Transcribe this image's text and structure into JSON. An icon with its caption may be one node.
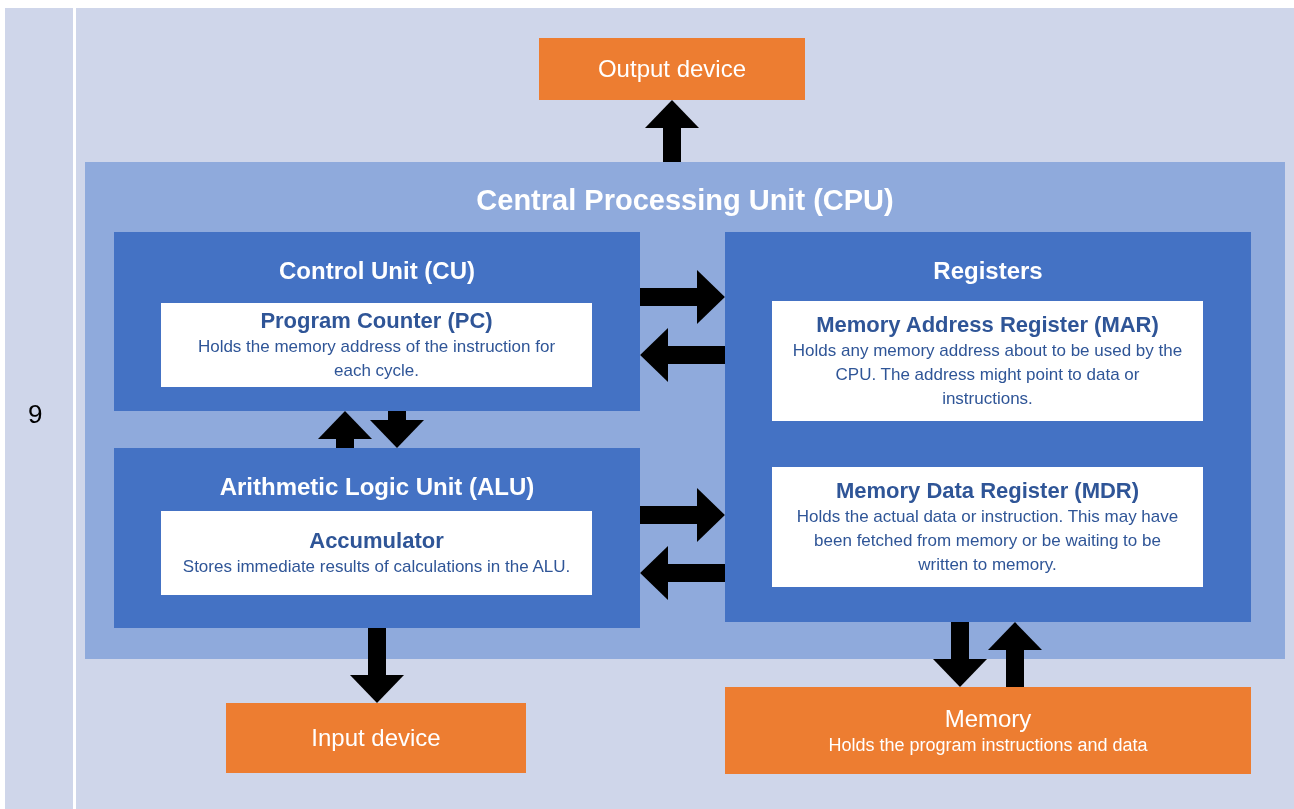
{
  "diagram": {
    "nodes": [
      {
        "text": [
          "Output device"
        ]
      },
      {
        "text": [
          "Central Processing Unit (CPU)"
        ]
      },
      {
        "text": [
          "Control Unit (CU)"
        ],
        "in": 1
      },
      {
        "text": [
          "Program Counter (PC)",
          "Holds the memory address of the instruction for each cycle."
        ],
        "in": 2
      },
      {
        "text": [
          "Arithmetic Logic Unit (ALU)"
        ],
        "in": 1
      },
      {
        "text": [
          "Accumulator",
          "Stores immediate results of calculations in the ALU."
        ],
        "in": 4
      },
      {
        "text": [
          "Registers"
        ],
        "in": 1
      },
      {
        "text": [
          "Memory Address Register (MAR)",
          "Holds any memory address about to be used by the CPU. The address might point to data or instructions."
        ],
        "in": 6
      },
      {
        "text": [
          "Memory Data Register (MDR)",
          "Holds the actual data or instruction. This may have been fetched from memory or be waiting to be written to memory."
        ],
        "in": 6
      },
      {
        "text": [
          "Input device"
        ]
      },
      {
        "text": [
          "Memory",
          "Holds the program instructions and data"
        ]
      }
    ],
    "edges": [
      {
        "from": 1,
        "to": 0,
        "arrow": "to"
      },
      {
        "from": 2,
        "to": 6,
        "arrow": "to"
      },
      {
        "from": 6,
        "to": 2,
        "arrow": "to"
      },
      {
        "from": 4,
        "to": 2,
        "arrow": "to"
      },
      {
        "from": 2,
        "to": 4,
        "arrow": "to"
      },
      {
        "from": 4,
        "to": 6,
        "arrow": "to"
      },
      {
        "from": 6,
        "to": 4,
        "arrow": "to"
      },
      {
        "from": 4,
        "to": 9,
        "arrow": "to"
      },
      {
        "from": 6,
        "to": 10,
        "arrow": "to"
      },
      {
        "from": 10,
        "to": 6,
        "arrow": "to"
      }
    ],
    "labels": [
      "9"
    ]
  }
}
